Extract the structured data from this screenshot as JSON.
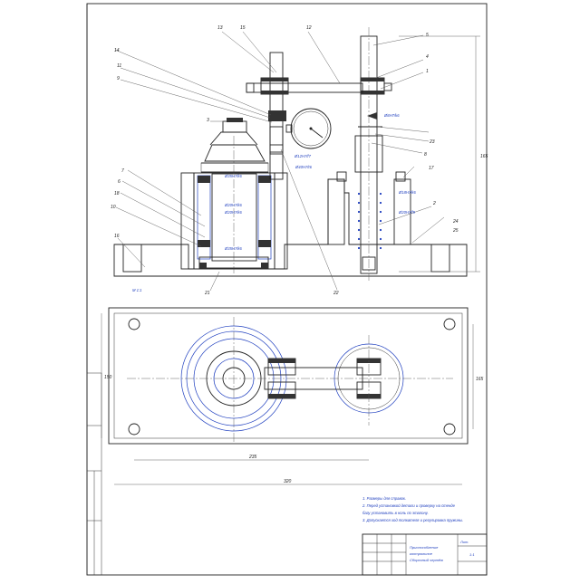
{
  "drawing": {
    "view_scale": "M 1:1"
  },
  "callouts": [
    {
      "id": "c1",
      "text": "1"
    },
    {
      "id": "c2",
      "text": "2"
    },
    {
      "id": "c3",
      "text": "3"
    },
    {
      "id": "c4",
      "text": "4"
    },
    {
      "id": "c5",
      "text": "5"
    },
    {
      "id": "c6",
      "text": "6"
    },
    {
      "id": "c7",
      "text": "7"
    },
    {
      "id": "c8",
      "text": "8"
    },
    {
      "id": "c9",
      "text": "9"
    },
    {
      "id": "c10",
      "text": "10"
    },
    {
      "id": "c11",
      "text": "11"
    },
    {
      "id": "c12",
      "text": "12"
    },
    {
      "id": "c13",
      "text": "13"
    },
    {
      "id": "c14",
      "text": "14"
    },
    {
      "id": "c15",
      "text": "15"
    },
    {
      "id": "c16",
      "text": "16"
    },
    {
      "id": "c17",
      "text": "17"
    },
    {
      "id": "c18",
      "text": "18"
    },
    {
      "id": "c21",
      "text": "21"
    },
    {
      "id": "c22",
      "text": "22"
    },
    {
      "id": "c23",
      "text": "23"
    },
    {
      "id": "c24",
      "text": "24"
    },
    {
      "id": "c25",
      "text": "25"
    }
  ],
  "annotations": {
    "fit_top": "Ø35H7/k6",
    "fit_middle": "Ø20H7/k6",
    "fit_bottom": "Ø35H7/k6",
    "fit_bore": "Ø40H7/t6",
    "fit_gauge": "Ø12H7/f7",
    "fit_pin": "Ø8H7/k6",
    "fit_spring": "Ø20H7/f9",
    "fit_base": "Ø18H7/k6"
  },
  "dimensions": {
    "length_inner": "235",
    "length_outer": "320",
    "height_plan": "150",
    "height_side": "165"
  },
  "technical_requirements": [
    "1. Размеры для справок.",
    "2. Перед установкой детали и проверку на стенде",
    "   базу установить в ноль по эталону.",
    "3. Допускается ход толкателя и регулировка пружины."
  ],
  "title_block": {
    "name_line1": "Приспособление",
    "name_line2": "контрольное",
    "name_line3": "Сборочный чертёж",
    "sheet": "1:1",
    "stamp": "Лит."
  },
  "colors": {
    "line": "#222222",
    "accent": "#1f3fbf"
  }
}
